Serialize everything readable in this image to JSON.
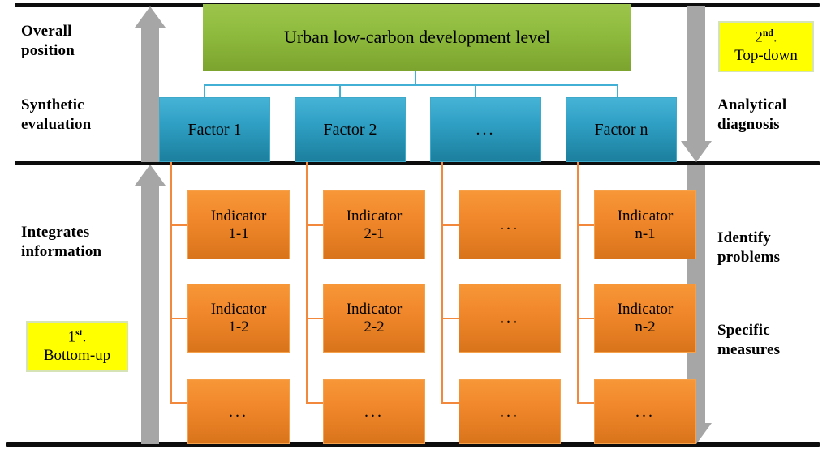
{
  "diagram": {
    "title": "Urban low-carbon development level",
    "root": {
      "label": "Urban low-carbon development level"
    },
    "levels": {
      "left": [
        {
          "id": "overall-position",
          "label": "Overall\nposition"
        },
        {
          "id": "synthetic-evaluation",
          "label": "Synthetic\nevaluation"
        },
        {
          "id": "integrates-information",
          "label": "Integrates\ninformation"
        }
      ],
      "right": [
        {
          "id": "analytical-diagnosis",
          "label": "Analytical\ndiagnosis"
        },
        {
          "id": "identify-problems",
          "label": "Identify\nproblems"
        },
        {
          "id": "specific-measures",
          "label": "Specific\nmeasures"
        }
      ]
    },
    "left_label_1": "Overall position",
    "left_label_1_line1": "Overall",
    "left_label_1_line2": "position",
    "left_label_2_line1": "Synthetic",
    "left_label_2_line2": "evaluation",
    "left_label_3_line1": "Integrates",
    "left_label_3_line2": "information",
    "right_label_1_line1": "Analytical",
    "right_label_1_line2": "diagnosis",
    "right_label_2_line1": "Identify",
    "right_label_2_line2": "problems",
    "right_label_3_line1": "Specific",
    "right_label_3_line2": "measures",
    "callouts": [
      {
        "id": "second-top-down",
        "ordinal": "2",
        "suffix": "nd",
        "punct": ".",
        "line2": "Top-down"
      },
      {
        "id": "first-bottom-up",
        "ordinal": "1",
        "suffix": "st",
        "punct": ".",
        "line2": "Bottom-up"
      }
    ],
    "factors": [
      {
        "id": "factor-1",
        "label": "Factor 1"
      },
      {
        "id": "factor-2",
        "label": "Factor 2"
      },
      {
        "id": "factor-ellipsis",
        "label": "..."
      },
      {
        "id": "factor-n",
        "label": "Factor n"
      }
    ],
    "indicators": [
      [
        {
          "line1": "Indicator",
          "line2": "1-1"
        },
        {
          "line1": "Indicator",
          "line2": "1-2"
        },
        {
          "line1": "...",
          "line2": ""
        }
      ],
      [
        {
          "line1": "Indicator",
          "line2": "2-1"
        },
        {
          "line1": "Indicator",
          "line2": "2-2"
        },
        {
          "line1": "...",
          "line2": ""
        }
      ],
      [
        {
          "line1": "...",
          "line2": ""
        },
        {
          "line1": "...",
          "line2": ""
        },
        {
          "line1": "...",
          "line2": ""
        }
      ],
      [
        {
          "line1": "Indicator",
          "line2": "n-1"
        },
        {
          "line1": "Indicator",
          "line2": "n-2"
        },
        {
          "line1": "...",
          "line2": ""
        }
      ]
    ],
    "arrows": [
      {
        "id": "left-arrow-upper",
        "direction": "up"
      },
      {
        "id": "left-arrow-lower",
        "direction": "up"
      },
      {
        "id": "right-arrow-upper",
        "direction": "down"
      },
      {
        "id": "right-arrow-lower",
        "direction": "down"
      }
    ],
    "colors": {
      "root_box": "#8ebb3d",
      "factor_box": "#2fa0c4",
      "indicator_box": "#f0862a",
      "callout": "#ffff00",
      "arrow": "#a6a6a6",
      "rule": "#0d0d0d",
      "factor_connector": "#41b0d4",
      "indicator_connector": "#f1883c"
    }
  }
}
